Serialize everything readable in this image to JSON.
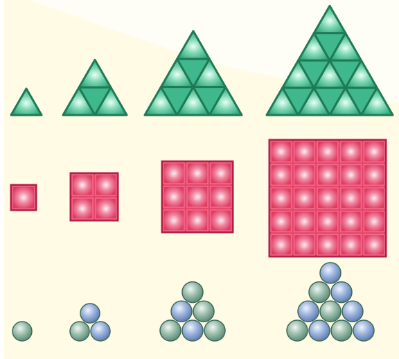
{
  "colors": {
    "background": "#fffbe5",
    "triangle_fill": "#3fb88d",
    "triangle_stroke": "#1f7a55",
    "triangle_highlight": "#c9f2e2",
    "square_fill": "#e8476a",
    "square_stroke": "#b32046",
    "square_highlight": "#ffd3df",
    "ball_blue": "#8fa9d6",
    "ball_green": "#8fb3a1",
    "ball_stroke": "#3e6a5a"
  },
  "rows": [
    {
      "name": "triangular-numbers",
      "shape": "triangle",
      "sizes": [
        1,
        2,
        3,
        4
      ]
    },
    {
      "name": "square-numbers",
      "shape": "square",
      "sizes": [
        1,
        2,
        3,
        5
      ]
    },
    {
      "name": "ball-stacks",
      "shape": "ball",
      "sizes": [
        1,
        2,
        3,
        4
      ]
    }
  ]
}
